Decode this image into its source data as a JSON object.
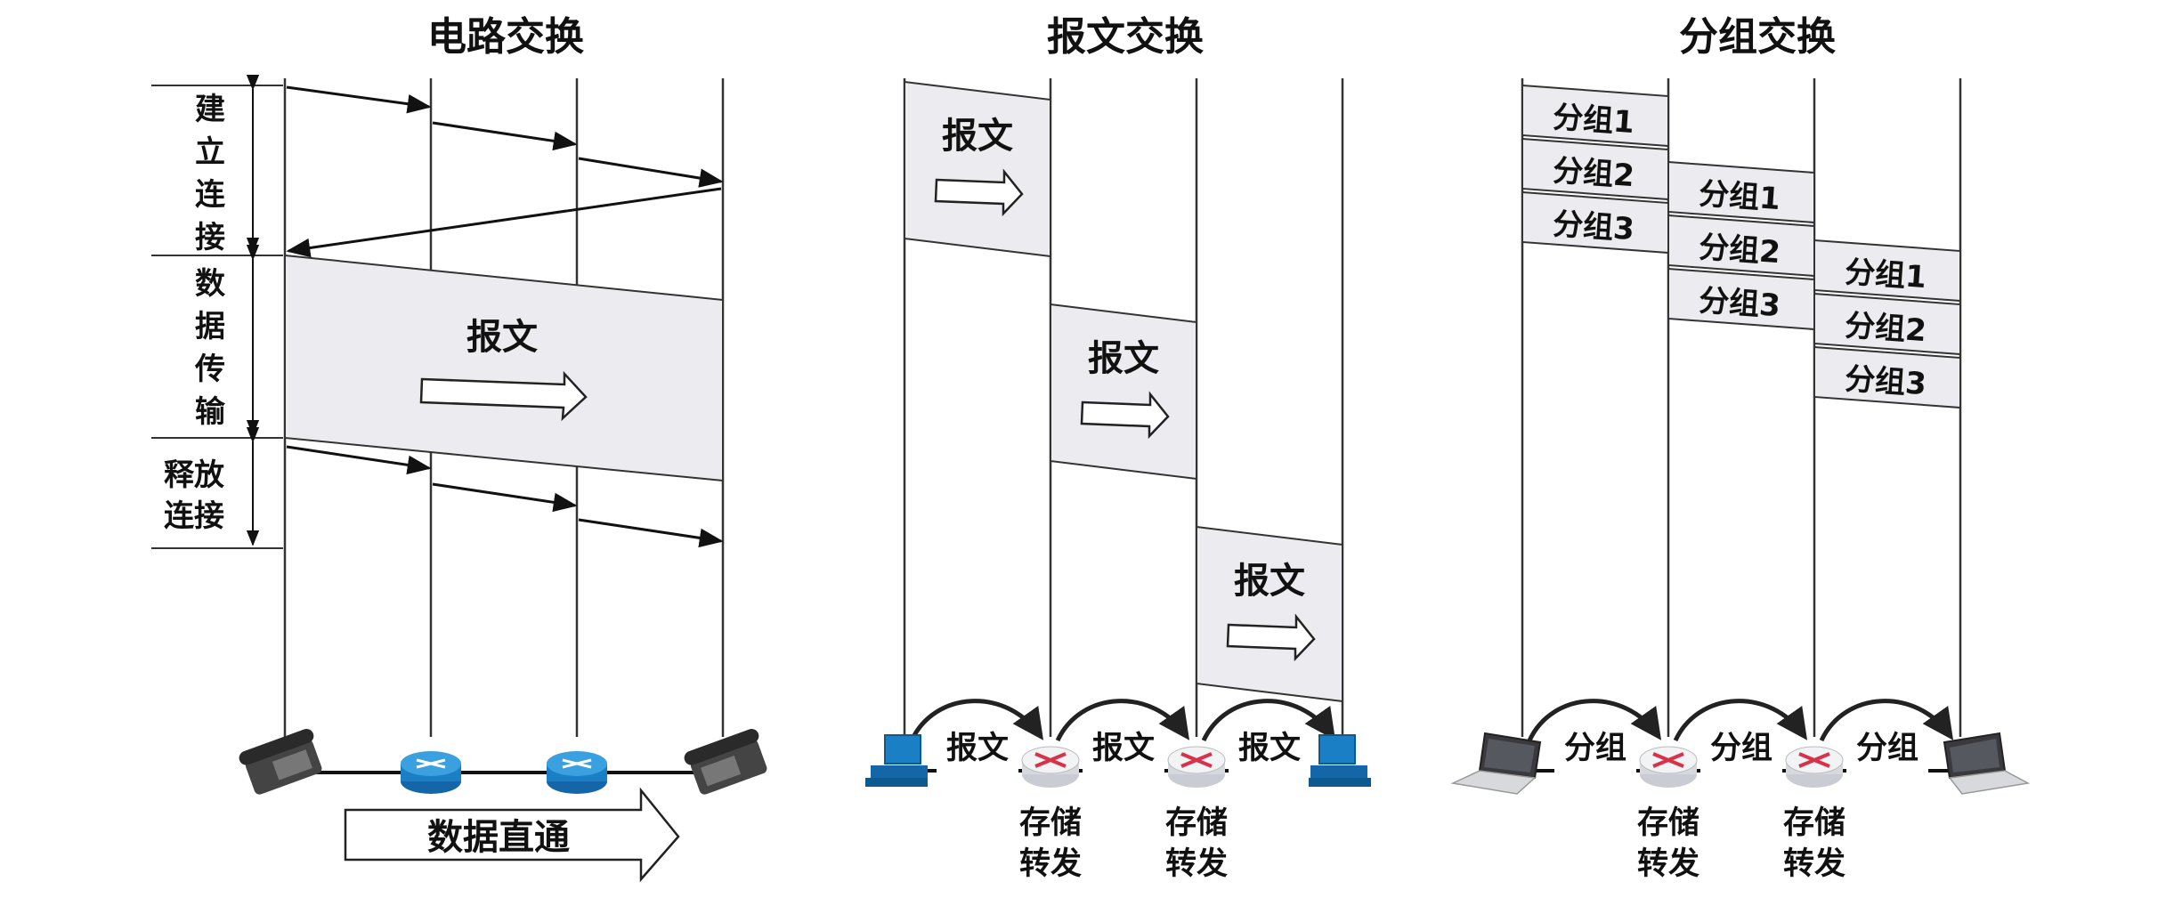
{
  "titles": {
    "circuit": "电路交换",
    "message": "报文交换",
    "packet": "分组交换"
  },
  "circuit": {
    "phases": [
      "建立连接",
      "数据传输",
      "释放连接"
    ],
    "data_label": "报文",
    "bottom_arrow_label": "数据直通"
  },
  "message": {
    "box_label": "报文",
    "link_label": "报文",
    "node_label_1": "存储",
    "node_label_2": "转发"
  },
  "packet": {
    "packets": [
      "分组1",
      "分组2",
      "分组3"
    ],
    "link_label": "分组",
    "node_label_1": "存储",
    "node_label_2": "转发"
  },
  "colors": {
    "box_fill": "#ececf0",
    "line": "#222222",
    "router_blue": "#1a7fc4",
    "router_red": "#d8324a"
  },
  "icons": {
    "circuit_left": "telephone-icon",
    "circuit_switch": "switch-icon",
    "message_end": "desktop-computer-icon",
    "message_node": "router-icon",
    "packet_end": "laptop-icon",
    "packet_node": "router-icon"
  }
}
